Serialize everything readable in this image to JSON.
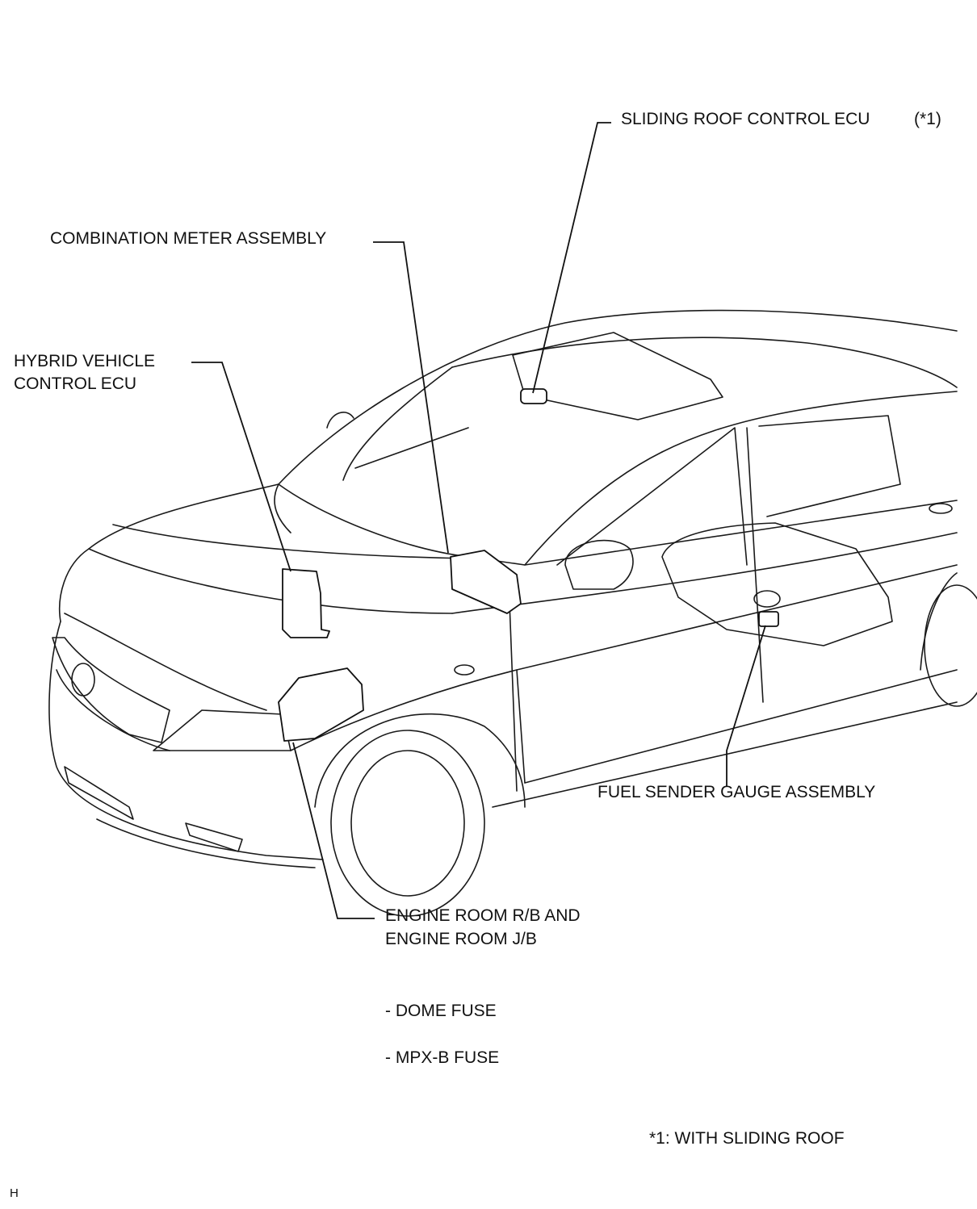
{
  "labels": {
    "sliding_roof_ecu": "SLIDING ROOF CONTROL ECU",
    "sliding_roof_note_ref": "(*1)",
    "combination_meter": "COMBINATION METER ASSEMBLY",
    "hybrid_ecu_line1": "HYBRID VEHICLE",
    "hybrid_ecu_line2": "CONTROL ECU",
    "fuel_sender": "FUEL SENDER GAUGE ASSEMBLY",
    "engine_room_line1": "ENGINE ROOM R/B AND",
    "engine_room_line2": "ENGINE ROOM J/B",
    "dome_fuse": "- DOME FUSE",
    "mpxb_fuse": "- MPX-B FUSE",
    "footnote": "*1: WITH SLIDING ROOF",
    "corner_mark": "H"
  }
}
